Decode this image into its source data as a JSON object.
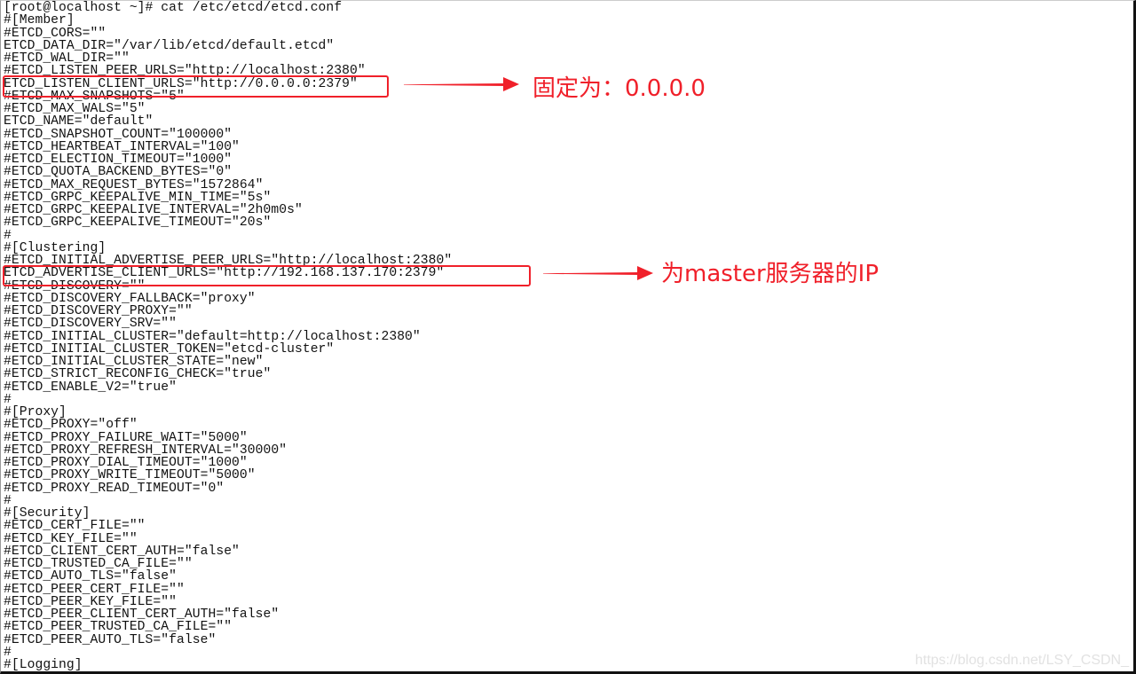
{
  "terminal": {
    "lines": [
      "[root@localhost ~]# cat /etc/etcd/etcd.conf",
      "#[Member]",
      "#ETCD_CORS=\"\"",
      "ETCD_DATA_DIR=\"/var/lib/etcd/default.etcd\"",
      "#ETCD_WAL_DIR=\"\"",
      "#ETCD_LISTEN_PEER_URLS=\"http://localhost:2380\"",
      "ETCD_LISTEN_CLIENT_URLS=\"http://0.0.0.0:2379\"",
      "#ETCD_MAX_SNAPSHOTS=\"5\"",
      "#ETCD_MAX_WALS=\"5\"",
      "ETCD_NAME=\"default\"",
      "#ETCD_SNAPSHOT_COUNT=\"100000\"",
      "#ETCD_HEARTBEAT_INTERVAL=\"100\"",
      "#ETCD_ELECTION_TIMEOUT=\"1000\"",
      "#ETCD_QUOTA_BACKEND_BYTES=\"0\"",
      "#ETCD_MAX_REQUEST_BYTES=\"1572864\"",
      "#ETCD_GRPC_KEEPALIVE_MIN_TIME=\"5s\"",
      "#ETCD_GRPC_KEEPALIVE_INTERVAL=\"2h0m0s\"",
      "#ETCD_GRPC_KEEPALIVE_TIMEOUT=\"20s\"",
      "#",
      "#[Clustering]",
      "#ETCD_INITIAL_ADVERTISE_PEER_URLS=\"http://localhost:2380\"",
      "ETCD_ADVERTISE_CLIENT_URLS=\"http://192.168.137.170:2379\"",
      "#ETCD_DISCOVERY=\"\"",
      "#ETCD_DISCOVERY_FALLBACK=\"proxy\"",
      "#ETCD_DISCOVERY_PROXY=\"\"",
      "#ETCD_DISCOVERY_SRV=\"\"",
      "#ETCD_INITIAL_CLUSTER=\"default=http://localhost:2380\"",
      "#ETCD_INITIAL_CLUSTER_TOKEN=\"etcd-cluster\"",
      "#ETCD_INITIAL_CLUSTER_STATE=\"new\"",
      "#ETCD_STRICT_RECONFIG_CHECK=\"true\"",
      "#ETCD_ENABLE_V2=\"true\"",
      "#",
      "#[Proxy]",
      "#ETCD_PROXY=\"off\"",
      "#ETCD_PROXY_FAILURE_WAIT=\"5000\"",
      "#ETCD_PROXY_REFRESH_INTERVAL=\"30000\"",
      "#ETCD_PROXY_DIAL_TIMEOUT=\"1000\"",
      "#ETCD_PROXY_WRITE_TIMEOUT=\"5000\"",
      "#ETCD_PROXY_READ_TIMEOUT=\"0\"",
      "#",
      "#[Security]",
      "#ETCD_CERT_FILE=\"\"",
      "#ETCD_KEY_FILE=\"\"",
      "#ETCD_CLIENT_CERT_AUTH=\"false\"",
      "#ETCD_TRUSTED_CA_FILE=\"\"",
      "#ETCD_AUTO_TLS=\"false\"",
      "#ETCD_PEER_CERT_FILE=\"\"",
      "#ETCD_PEER_KEY_FILE=\"\"",
      "#ETCD_PEER_CLIENT_CERT_AUTH=\"false\"",
      "#ETCD_PEER_TRUSTED_CA_FILE=\"\"",
      "#ETCD_PEER_AUTO_TLS=\"false\"",
      "#",
      "#[Logging]"
    ]
  },
  "annotations": {
    "listen_note": "固定为：0.0.0.0",
    "advertise_note": "为master服务器的IP"
  },
  "watermark": "https://blog.csdn.net/LSY_CSDN_",
  "colors": {
    "annotation": "#f0202a",
    "text": "#111111"
  }
}
